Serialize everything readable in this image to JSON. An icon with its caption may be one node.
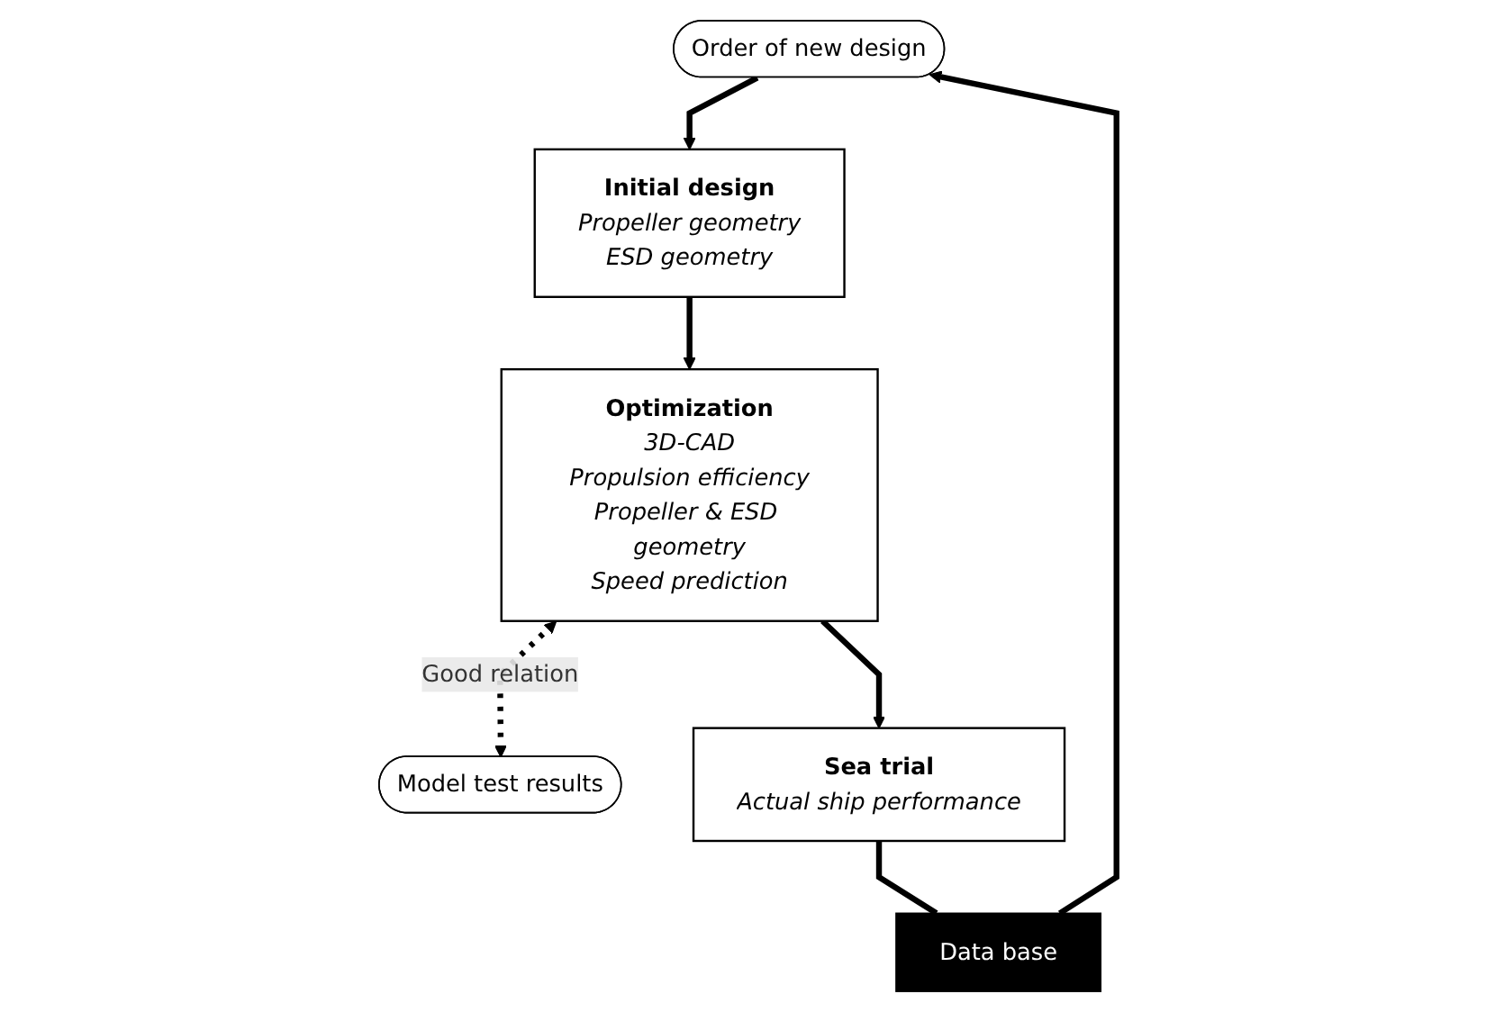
{
  "diagram": {
    "nodes": [
      {
        "text": [
          "Order of new design"
        ]
      },
      {
        "text": [
          "Initial design",
          "Propeller geometry",
          "ESD geometry"
        ]
      },
      {
        "text": [
          "Optimization",
          "3D-CAD",
          "Propulsion efficiency",
          "Propeller & ESD geometry",
          "Speed prediction"
        ]
      },
      {
        "text": [
          "Model test results"
        ]
      },
      {
        "text": [
          "Sea trial",
          "Actual ship performance"
        ]
      },
      {
        "text": [
          "Data base"
        ]
      }
    ],
    "edges": [
      {
        "from": 0,
        "to": 1,
        "arrow": "to"
      },
      {
        "from": 1,
        "to": 2,
        "arrow": "to"
      },
      {
        "from": 2,
        "to": 3,
        "arrow": "both",
        "label": "Good relation",
        "style": "dashed"
      },
      {
        "from": 2,
        "to": 4,
        "arrow": "to"
      },
      {
        "from": 4,
        "to": 5,
        "arrow": "none"
      },
      {
        "from": 5,
        "to": 0,
        "arrow": "to"
      }
    ]
  }
}
